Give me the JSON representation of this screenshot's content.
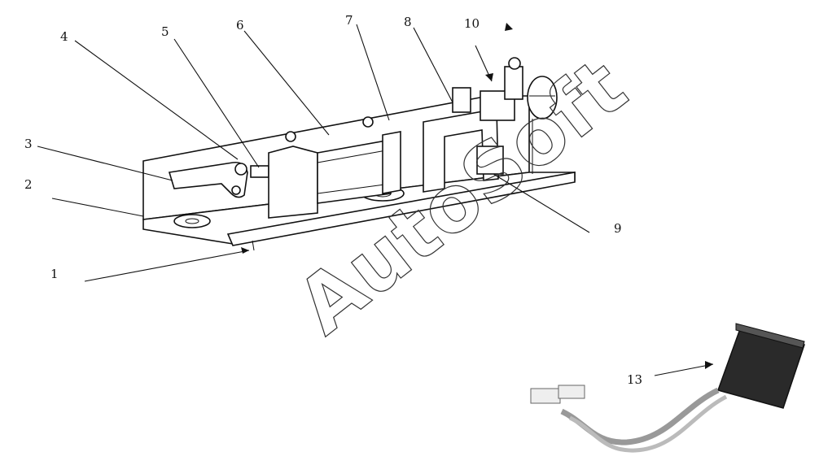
{
  "watermark": "AutoSoft",
  "callouts": [
    {
      "id": "c1",
      "label": "1"
    },
    {
      "id": "c2",
      "label": "2"
    },
    {
      "id": "c3",
      "label": "3"
    },
    {
      "id": "c4",
      "label": "4"
    },
    {
      "id": "c5",
      "label": "5"
    },
    {
      "id": "c6",
      "label": "6"
    },
    {
      "id": "c7",
      "label": "7"
    },
    {
      "id": "c8",
      "label": "8"
    },
    {
      "id": "c9",
      "label": "9"
    },
    {
      "id": "c10",
      "label": "10"
    },
    {
      "id": "c13",
      "label": "13"
    }
  ]
}
